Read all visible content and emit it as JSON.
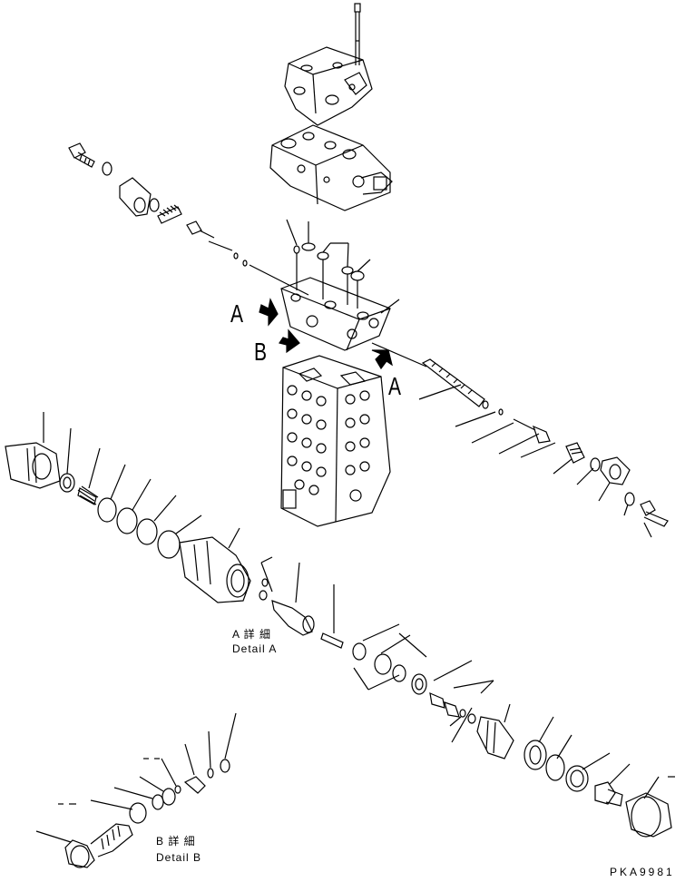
{
  "callouts": {
    "view_a_left": "A",
    "view_b": "B",
    "view_a_right": "A"
  },
  "detail_a": {
    "jp": "A 詳 細",
    "en": "Detail A"
  },
  "detail_b": {
    "jp": "B 詳 細",
    "en": "Detail B"
  },
  "drawing_code": "PKA9981"
}
